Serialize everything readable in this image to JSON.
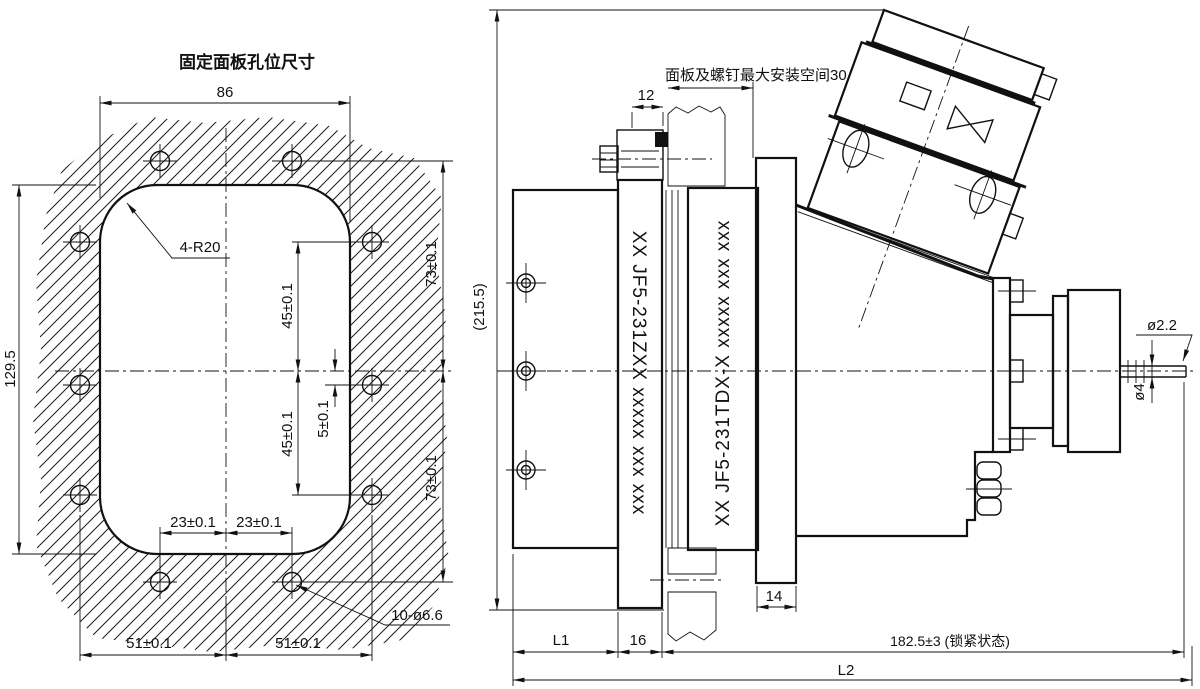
{
  "doc": {
    "background": "#ffffff",
    "line_color": "#111111"
  },
  "lv": {
    "title": "固定面板孔位尺寸",
    "d_width": "86",
    "d_height": "129.5",
    "d_radius": "4-R20",
    "d45a": "45±0.1",
    "d45b": "45±0.1",
    "d5": "5±0.1",
    "d73a": "73±0.1",
    "d73b": "73±0.1",
    "d23a": "23±0.1",
    "d23b": "23±0.1",
    "d51a": "51±0.1",
    "d51b": "51±0.1",
    "d_holes": "10-ø6.6"
  },
  "rv": {
    "d12": "12",
    "d_space": "面板及螺钉最大安装空间30",
    "d_height": "(215.5)",
    "label_receptacle": "XX JF5-231ZXX xxxxx xxx xxx",
    "label_plug": "XX JF5-231TDX-X xxxxx xxx xxx",
    "d14": "14",
    "d_pin": "ø2.2",
    "d_shaft": "ø4",
    "d_l1": "L1",
    "d16": "16",
    "d_locked": "182.5±3 (锁紧状态)",
    "d_l2": "L2"
  }
}
